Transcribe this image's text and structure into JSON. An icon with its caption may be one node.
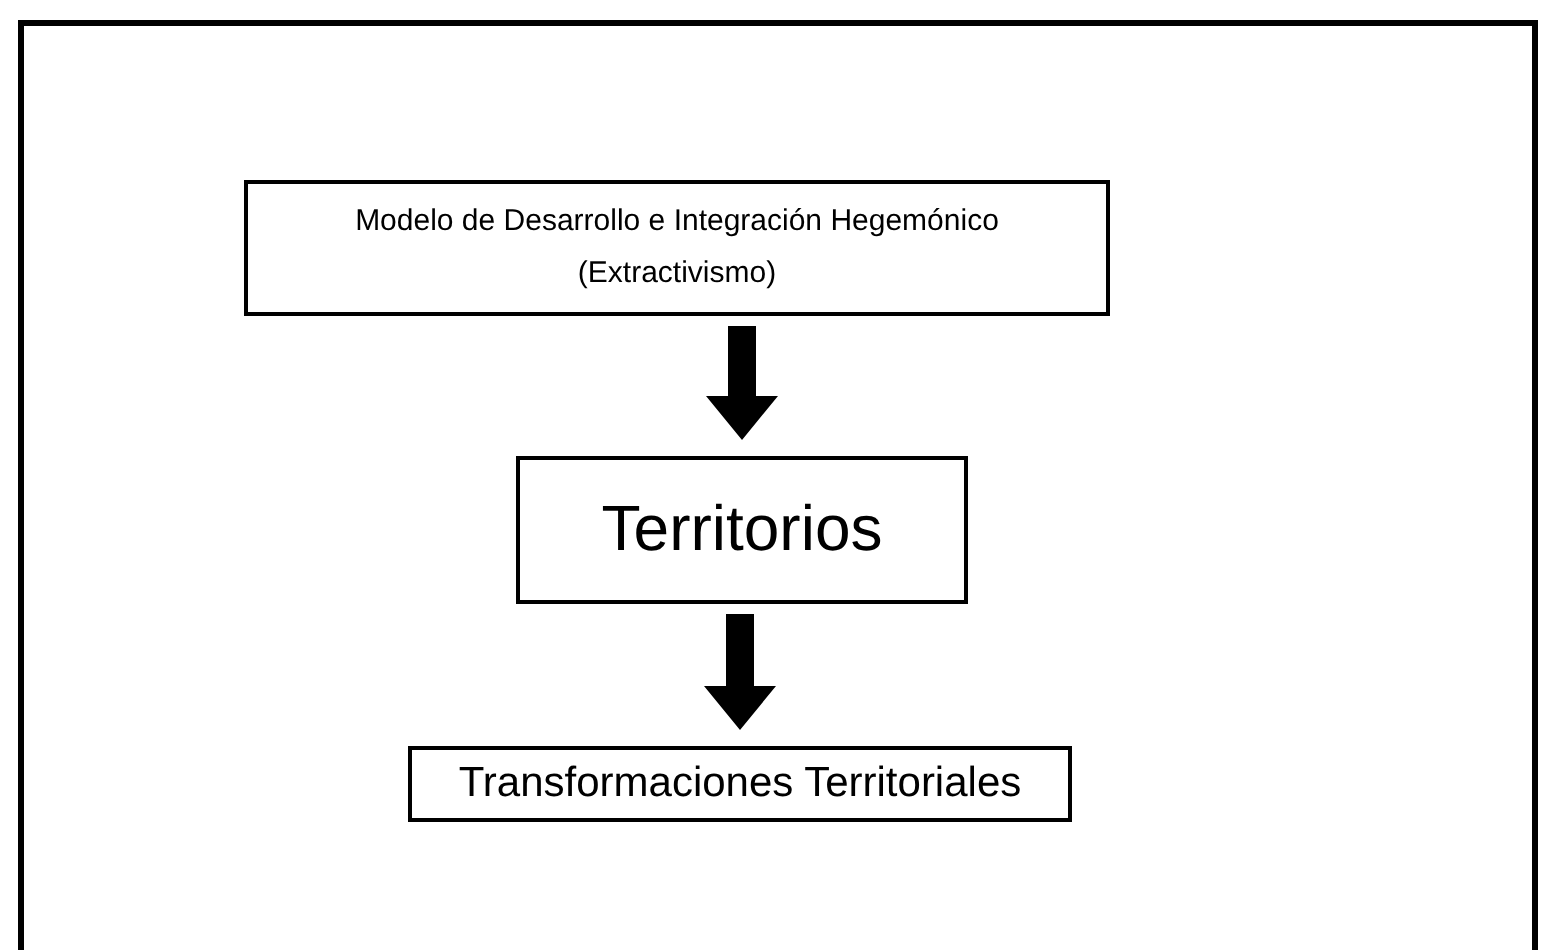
{
  "diagram": {
    "nodes": [
      {
        "text": [
          "Modelo de Desarrollo e Integración Hegemónico (Extractivismo)"
        ]
      },
      {
        "text": [
          "Territorios"
        ]
      },
      {
        "text": [
          "Transformaciones Territoriales"
        ]
      }
    ],
    "edges": [
      {
        "from": 0,
        "to": 1,
        "arrow": "to"
      },
      {
        "from": 1,
        "to": 2,
        "arrow": "to"
      }
    ]
  }
}
